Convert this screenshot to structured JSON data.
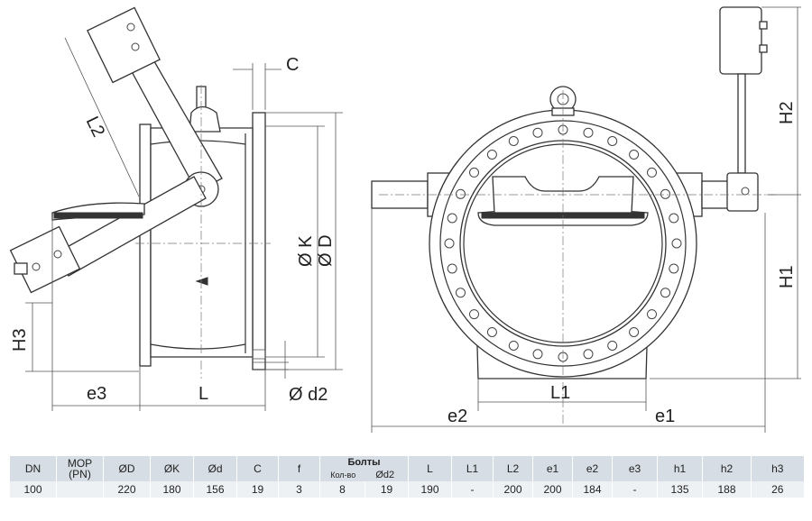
{
  "drawing_labels": {
    "c": "C",
    "l2": "L2",
    "dk": "Ø K",
    "dd": "Ø D",
    "h3": "H3",
    "e3": "e3",
    "l": "L",
    "d2": "Ø d2",
    "h2": "H2",
    "h1": "H1",
    "l1": "L1",
    "e2": "e2",
    "e1": "e1"
  },
  "table": {
    "headers": {
      "dn": "DN",
      "mop": "МОР",
      "pn": "(PN)",
      "od": "ØD",
      "ok": "ØK",
      "odd": "Ød",
      "c": "C",
      "f": "f",
      "bolts": "Болты",
      "bolts_count": "Кол-во",
      "bolts_d2": "Ød2",
      "l": "L",
      "l1": "L1",
      "l2": "L2",
      "e1": "e1",
      "e2": "e2",
      "e3": "e3",
      "h1": "h1",
      "h2": "h2",
      "h3": "h3"
    },
    "row": {
      "dn": "100",
      "mop": "",
      "od": "220",
      "ok": "180",
      "odd": "156",
      "c": "19",
      "f": "3",
      "bolts_count": "8",
      "bolts_d2": "19",
      "l": "190",
      "l1": "-",
      "l2": "200",
      "e1": "200",
      "e2": "184",
      "e3": "-",
      "h1": "135",
      "h2": "188",
      "h3": "26"
    }
  }
}
